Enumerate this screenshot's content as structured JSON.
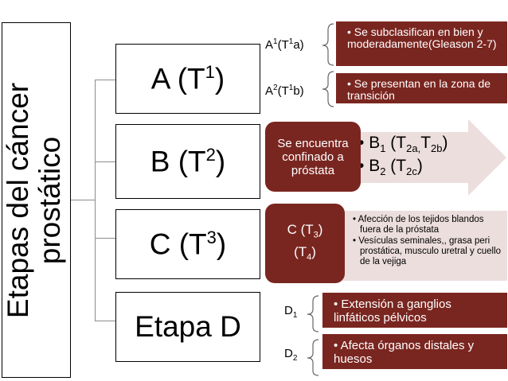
{
  "title": {
    "line1": "Etapas del cáncer",
    "line2": "prostático"
  },
  "stages": [
    {
      "label": "A (T",
      "sup": "1",
      "close": ")"
    },
    {
      "label": "B (T",
      "sup": "2",
      "close": ")"
    },
    {
      "label": "C (T",
      "sup": "3",
      "close": ")"
    },
    {
      "label": "Etapa D",
      "sup": "",
      "close": ""
    }
  ],
  "stage_a": {
    "sub1": {
      "a": "A",
      "s1": "1",
      "b": "(T",
      "s2": "1",
      "c": "a)"
    },
    "sub2": {
      "a": "A",
      "s1": "2",
      "b": "(T",
      "s2": "1",
      "c": "b)"
    },
    "note1": "• Se subclasifican en bien y moderadamente(Gleason 2-7)",
    "note2": "• Se presentan en la zona de transición"
  },
  "stage_b": {
    "box": "Se encuentra confinado a próstata",
    "item1": {
      "bullet": "•",
      "a": "B",
      "s1": "1",
      "b": "(T",
      "s2": "2a",
      "c": ",",
      "d": "T",
      "s3": "2b",
      "e": ")"
    },
    "item2": {
      "bullet": "•",
      "a": "B",
      "s1": "2",
      "b": "(T",
      "s2": "2c",
      "e": ")"
    }
  },
  "stage_c": {
    "box": {
      "a": "C (T",
      "s1": "3",
      "b": ")",
      "c": "(T",
      "s2": "4",
      "d": ")"
    },
    "item1": "• Afección de los tejidos blandos fuera de la próstata",
    "item2": "• Vesículas seminales,, grasa peri prostática, musculo uretral y cuello de la vejiga"
  },
  "stage_d": {
    "sub1": {
      "a": "D",
      "s": "1"
    },
    "sub2": {
      "a": "D",
      "s": "2"
    },
    "note1": "• Extensión a ganglios linfáticos pélvicos",
    "note2": "• Afecta órganos distales y huesos"
  },
  "colors": {
    "accent": "#7a2620",
    "arrow": "#ecdedd",
    "light_box": "#ecdedd",
    "connector": "#8c8c8c"
  }
}
